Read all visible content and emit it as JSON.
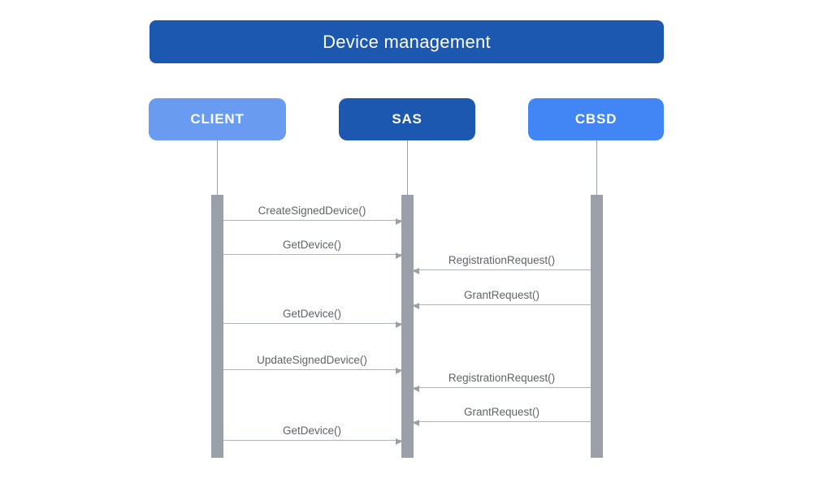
{
  "diagram": {
    "title": "Device management",
    "type": "sequence-diagram"
  },
  "actors": [
    {
      "id": "client",
      "label": "CLIENT",
      "color": "#699CF1"
    },
    {
      "id": "sas",
      "label": "SAS",
      "color": "#1C57B0"
    },
    {
      "id": "cbsd",
      "label": "CBSD",
      "color": "#4285F4"
    }
  ],
  "messages": [
    {
      "label": "CreateSignedDevice()",
      "from": "client",
      "to": "sas"
    },
    {
      "label": "GetDevice()",
      "from": "client",
      "to": "sas"
    },
    {
      "label": "RegistrationRequest()",
      "from": "cbsd",
      "to": "sas"
    },
    {
      "label": "GrantRequest()",
      "from": "cbsd",
      "to": "sas"
    },
    {
      "label": "GetDevice()",
      "from": "client",
      "to": "sas"
    },
    {
      "label": "UpdateSignedDevice()",
      "from": "client",
      "to": "sas"
    },
    {
      "label": "RegistrationRequest()",
      "from": "cbsd",
      "to": "sas"
    },
    {
      "label": "GrantRequest()",
      "from": "cbsd",
      "to": "sas"
    },
    {
      "label": "GetDevice()",
      "from": "client",
      "to": "sas"
    }
  ],
  "colors": {
    "title_bg": "#1C57B0",
    "title_text": "#FFFFFF",
    "actor_text": "#FFFFFF",
    "activation_bar": "#9BA0A8",
    "lifeline": "#9AA0A6",
    "arrow_line": "#AEB3B9",
    "arrow_head": "#9AA0A6",
    "message_text": "#5F6368",
    "background": "#FFFFFF"
  }
}
